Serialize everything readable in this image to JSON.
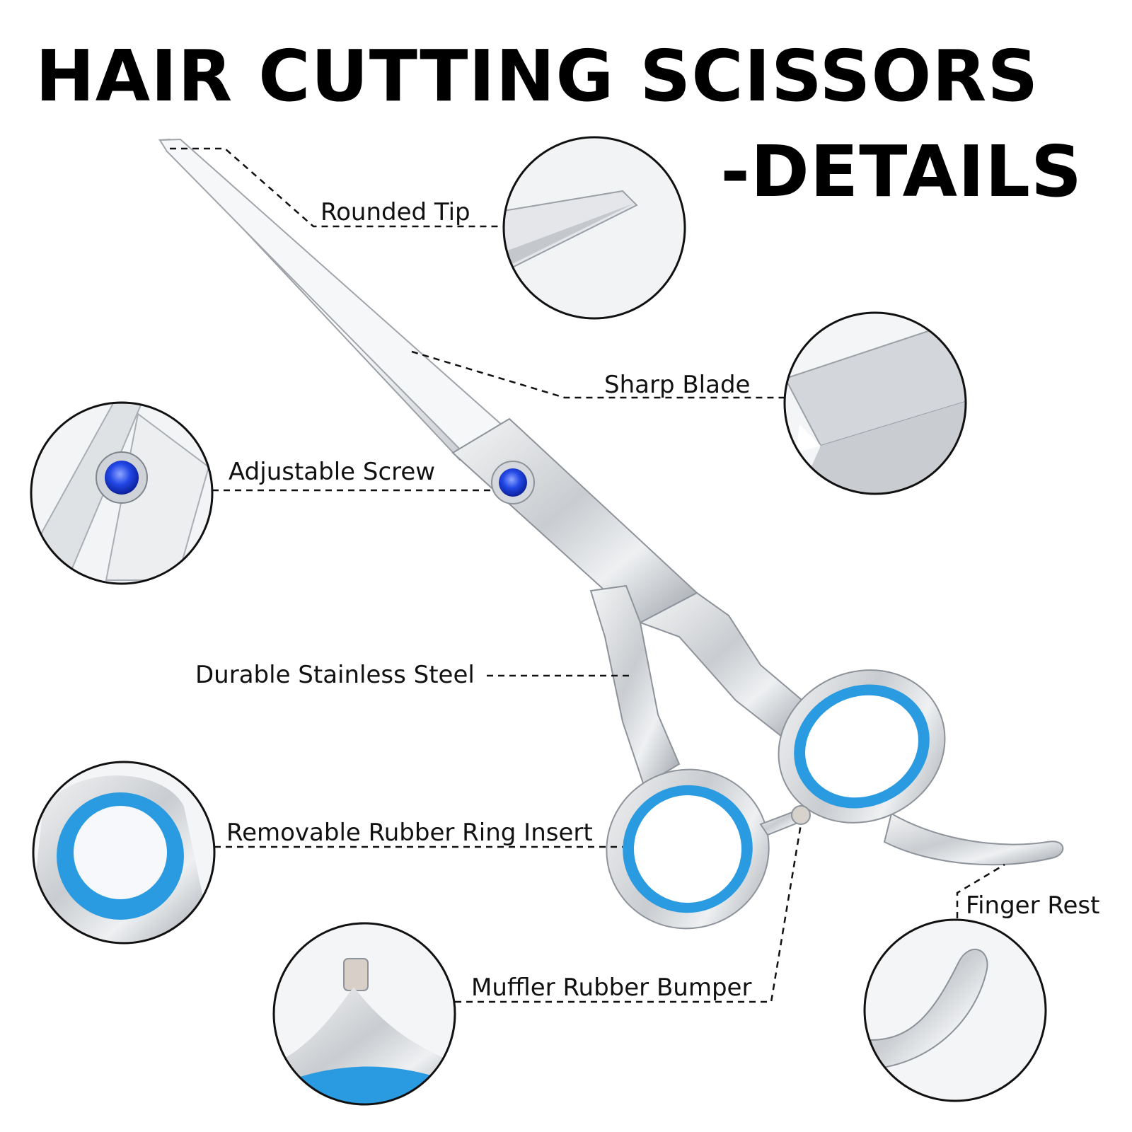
{
  "title": {
    "line1": "HAIR CUTTING SCISSORS",
    "line2": "-DETAILS"
  },
  "labels": {
    "rounded_tip": "Rounded Tip",
    "sharp_blade": "Sharp Blade",
    "adjustable_screw": "Adjustable Screw",
    "durable_steel": "Durable Stainless Steel",
    "rubber_ring": "Removable Rubber Ring Insert",
    "finger_rest": "Finger Rest",
    "rubber_bumper": "Muffler Rubber Bumper"
  },
  "colors": {
    "background": "#ffffff",
    "text": "#000000",
    "steel": "#c8ccd0",
    "ring_blue": "#2a9be0",
    "gem_blue": "#1f3fd8"
  }
}
